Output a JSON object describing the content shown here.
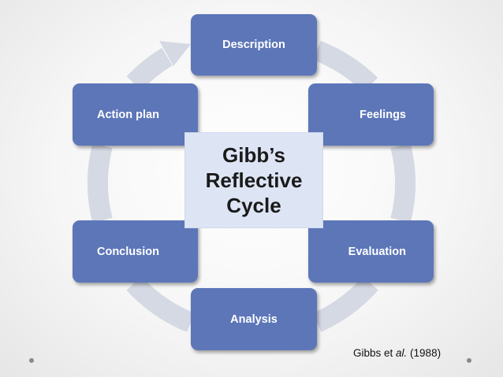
{
  "diagram": {
    "stages": [
      {
        "id": "description",
        "label": "Description"
      },
      {
        "id": "feelings",
        "label": "Feelings"
      },
      {
        "id": "evaluation",
        "label": "Evaluation"
      },
      {
        "id": "analysis",
        "label": "Analysis"
      },
      {
        "id": "conclusion",
        "label": "Conclusion"
      },
      {
        "id": "action_plan",
        "label": "Action plan"
      }
    ],
    "center": {
      "line1": "Gibb’s",
      "line2": "Reflective",
      "line3": "Cycle"
    }
  },
  "citation": {
    "authors": "Gibbs et ",
    "etal": "al.",
    "year": " (1988)"
  },
  "colors": {
    "node_fill": "#5c76b8",
    "node_text": "#ffffff",
    "center_fill": "#dde5f5",
    "ring": "#d5d9e3"
  }
}
